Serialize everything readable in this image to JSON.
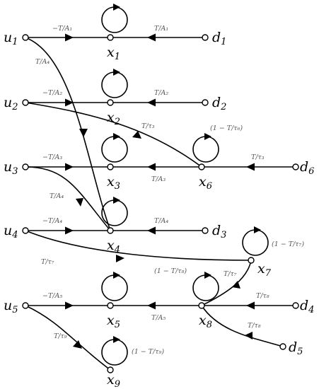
{
  "nodes": {
    "u1": {
      "name": "u",
      "sub": "1"
    },
    "u2": {
      "name": "u",
      "sub": "2"
    },
    "u3": {
      "name": "u",
      "sub": "3"
    },
    "u4": {
      "name": "u",
      "sub": "4"
    },
    "u5": {
      "name": "u",
      "sub": "5"
    },
    "x1": {
      "name": "x",
      "sub": "1"
    },
    "x2": {
      "name": "x",
      "sub": "2"
    },
    "x3": {
      "name": "x",
      "sub": "3"
    },
    "x4": {
      "name": "x",
      "sub": "4"
    },
    "x5": {
      "name": "x",
      "sub": "5"
    },
    "x6": {
      "name": "x",
      "sub": "6"
    },
    "x7": {
      "name": "x",
      "sub": "7"
    },
    "x8": {
      "name": "x",
      "sub": "8"
    },
    "x9": {
      "name": "x",
      "sub": "9"
    },
    "d1": {
      "name": "d",
      "sub": "1"
    },
    "d2": {
      "name": "d",
      "sub": "2"
    },
    "d3": {
      "name": "d",
      "sub": "3"
    },
    "d4": {
      "name": "d",
      "sub": "4"
    },
    "d5": {
      "name": "d",
      "sub": "5"
    },
    "d6": {
      "name": "d",
      "sub": "6"
    }
  },
  "gains": {
    "u1_x1": "−T/A₁",
    "d1_x1": "T/A₁",
    "u1_x4": "T/A₄",
    "u2_x2": "−T/A₂",
    "d2_x2": "T/A₂",
    "u2_x6": "T/τ₃",
    "u3_x3": "−T/A₃",
    "x6_x3": "T/A₃",
    "d6_x6": "T/τ₃",
    "u3_x4": "T/A₄",
    "u4_x4": "−T/A₄",
    "d3_x4": "T/A₄",
    "u4_x7": "T/τ₇",
    "u5_x5": "−T/A₅",
    "x8_x5": "T/A₅",
    "x7_x8": "T/τ₇",
    "d4_x8": "T/τ₈",
    "d5_x8": "T/τ₈",
    "u5_x9": "T/τ₉"
  },
  "self_loops": {
    "x6": "(1 − T/τ₆)",
    "x7": "(1 − T/τ₇)",
    "x8": "(1 − T/τ₈)",
    "x9": "(1 − T/τ₉)"
  }
}
